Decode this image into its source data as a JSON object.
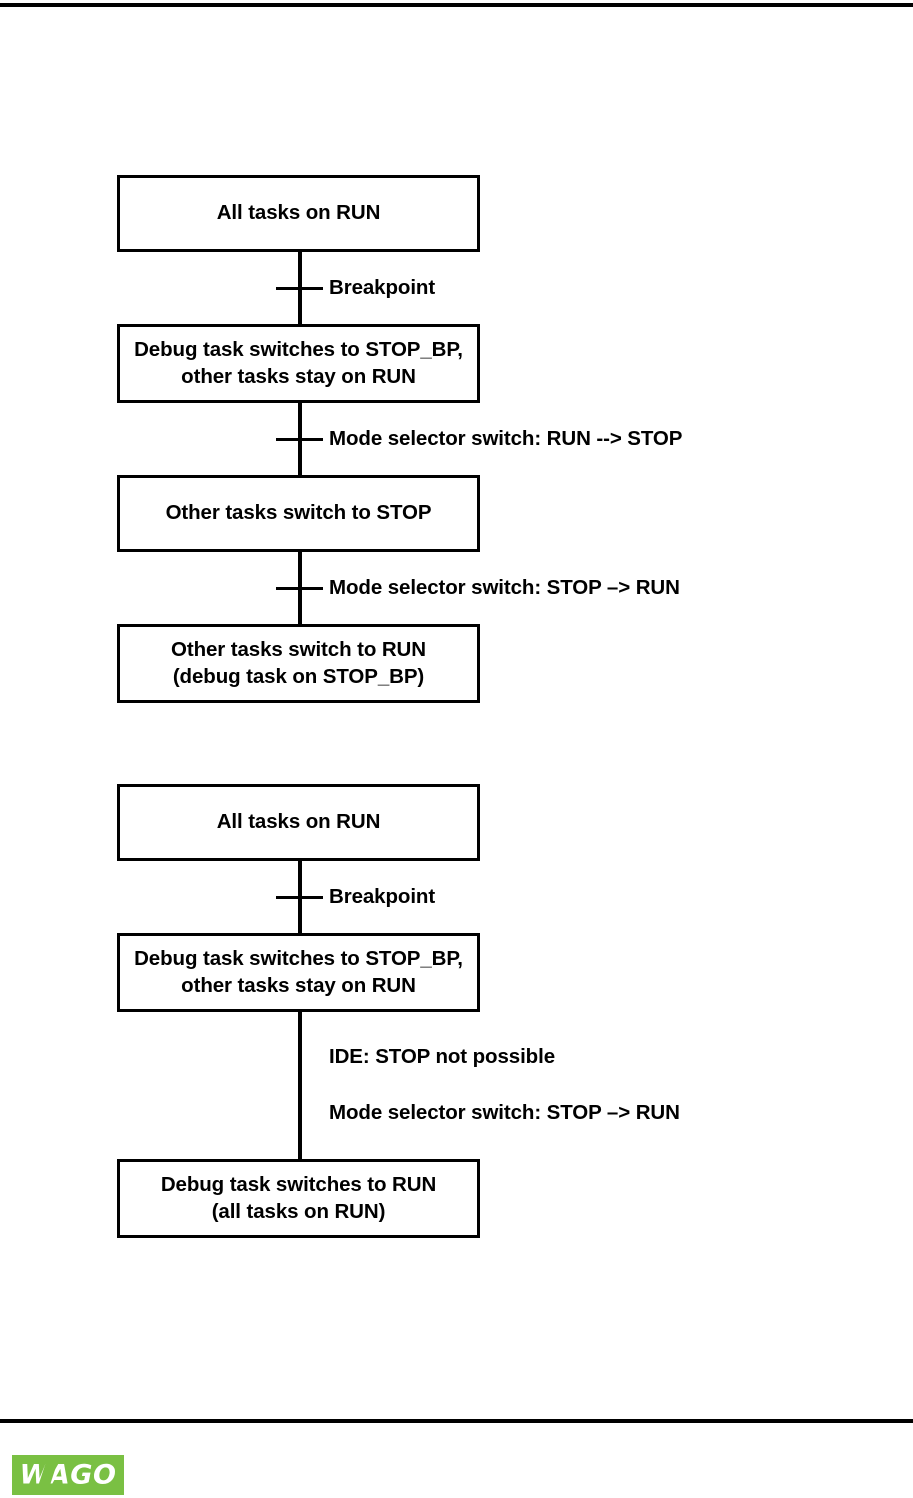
{
  "page": {
    "header_rule": "horizontal-rule",
    "footer_rule": "horizontal-rule"
  },
  "footer": {
    "logo_text": "WAGO"
  },
  "diagrams": [
    {
      "id": "breakpoint-with-mode-selector",
      "nodes": [
        {
          "id": "n1",
          "lines": [
            "All tasks on RUN"
          ]
        },
        {
          "id": "n2",
          "lines": [
            "Debug task switches to STOP_BP,",
            "other tasks stay on RUN"
          ]
        },
        {
          "id": "n3",
          "lines": [
            "Other tasks switch to STOP"
          ]
        },
        {
          "id": "n4",
          "lines": [
            "Other tasks switch to RUN",
            "(debug task on STOP_BP)"
          ]
        }
      ],
      "edges": [
        {
          "id": "e1",
          "label": "Breakpoint",
          "tick": true
        },
        {
          "id": "e2",
          "label": "Mode selector switch: RUN --> STOP",
          "tick": true
        },
        {
          "id": "e3",
          "label": "Mode selector switch: STOP –> RUN",
          "tick": true
        }
      ]
    },
    {
      "id": "breakpoint-stop-not-possible",
      "nodes": [
        {
          "id": "m1",
          "lines": [
            "All tasks on RUN"
          ]
        },
        {
          "id": "m2",
          "lines": [
            "Debug task switches to STOP_BP,",
            "other tasks stay on RUN"
          ]
        },
        {
          "id": "m3",
          "lines": [
            "Debug task switches to RUN",
            "(all tasks on RUN)"
          ]
        }
      ],
      "edges": [
        {
          "id": "f1",
          "label": "Breakpoint",
          "tick": true
        },
        {
          "id": "f2",
          "tick": false,
          "label_upper": "IDE: STOP not possible",
          "label_lower": "Mode selector switch: STOP –> RUN"
        }
      ]
    }
  ],
  "colors": {
    "ink": "#000000",
    "paper": "#ffffff",
    "brand_green": "#7AC043"
  }
}
